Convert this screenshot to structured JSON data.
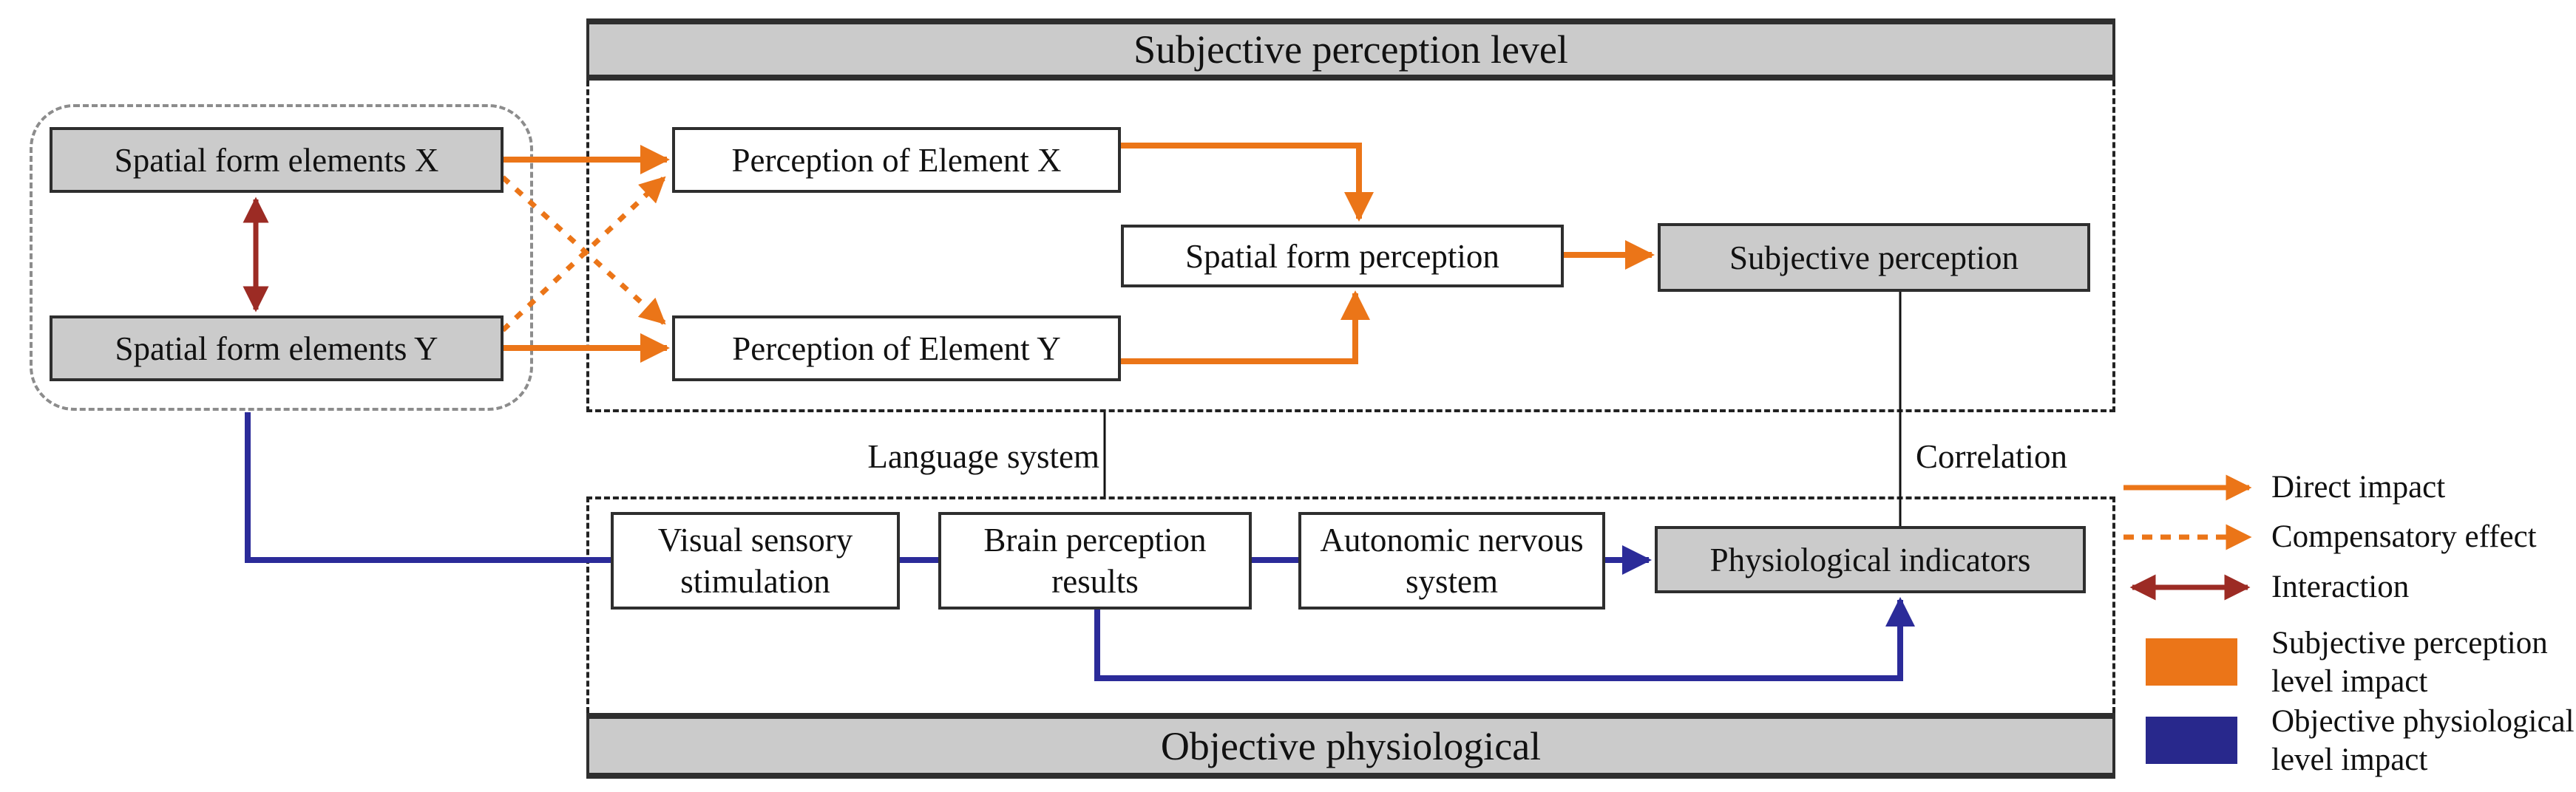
{
  "title_bars": {
    "top": "Subjective perception level",
    "bottom": "Objective physiological"
  },
  "left_group": {
    "element_x": "Spatial form elements X",
    "element_y": "Spatial form elements Y"
  },
  "subjective_level": {
    "perception_x": "Perception of Element X",
    "perception_y": "Perception of Element Y",
    "spatial_form_perception": "Spatial form perception",
    "subjective_perception": "Subjective perception"
  },
  "objective_level": {
    "visual_sensory": {
      "line1": "Visual sensory",
      "line2": "stimulation"
    },
    "brain_perception": {
      "line1": "Brain perception",
      "line2": "results"
    },
    "autonomic": {
      "line1": "Autonomic nervous",
      "line2": "system"
    },
    "physiological_indicators": "Physiological indicators"
  },
  "connector_labels": {
    "language_system": "Language system",
    "correlation": "Correlation"
  },
  "legend": {
    "direct_impact": "Direct impact",
    "compensatory_effect": "Compensatory effect",
    "interaction": "Interaction",
    "subjective_impact": {
      "line1": "Subjective perception",
      "line2": "level impact"
    },
    "objective_impact": {
      "line1": "Objective physiological",
      "line2": "level impact"
    }
  },
  "colors": {
    "direct_impact_orange": "#EB7518",
    "objective_blue_line": "#2B2B99",
    "objective_blue_swatch": "#28288C",
    "interaction_maroon": "#9C2B24",
    "node_gray_fill": "#CBCBCB",
    "border_dark": "#2E2E2E"
  }
}
